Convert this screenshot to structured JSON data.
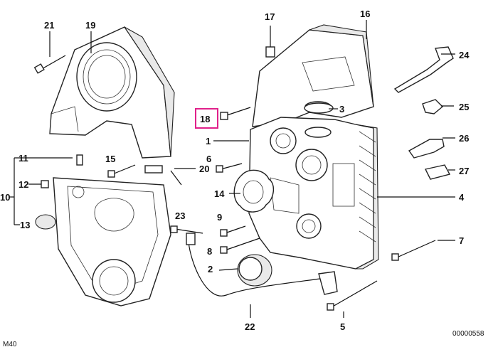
{
  "diagram": {
    "highlight_color": "#e0208a",
    "callouts": [
      "21",
      "19",
      "17",
      "16",
      "24",
      "18",
      "3",
      "25",
      "1",
      "26",
      "6",
      "27",
      "15",
      "20",
      "11",
      "12",
      "10",
      "4",
      "14",
      "13",
      "9",
      "23",
      "7",
      "8",
      "2",
      "22",
      "5"
    ],
    "highlighted": "18"
  },
  "footer": {
    "model_code": "M40",
    "image_number": "00000558"
  }
}
